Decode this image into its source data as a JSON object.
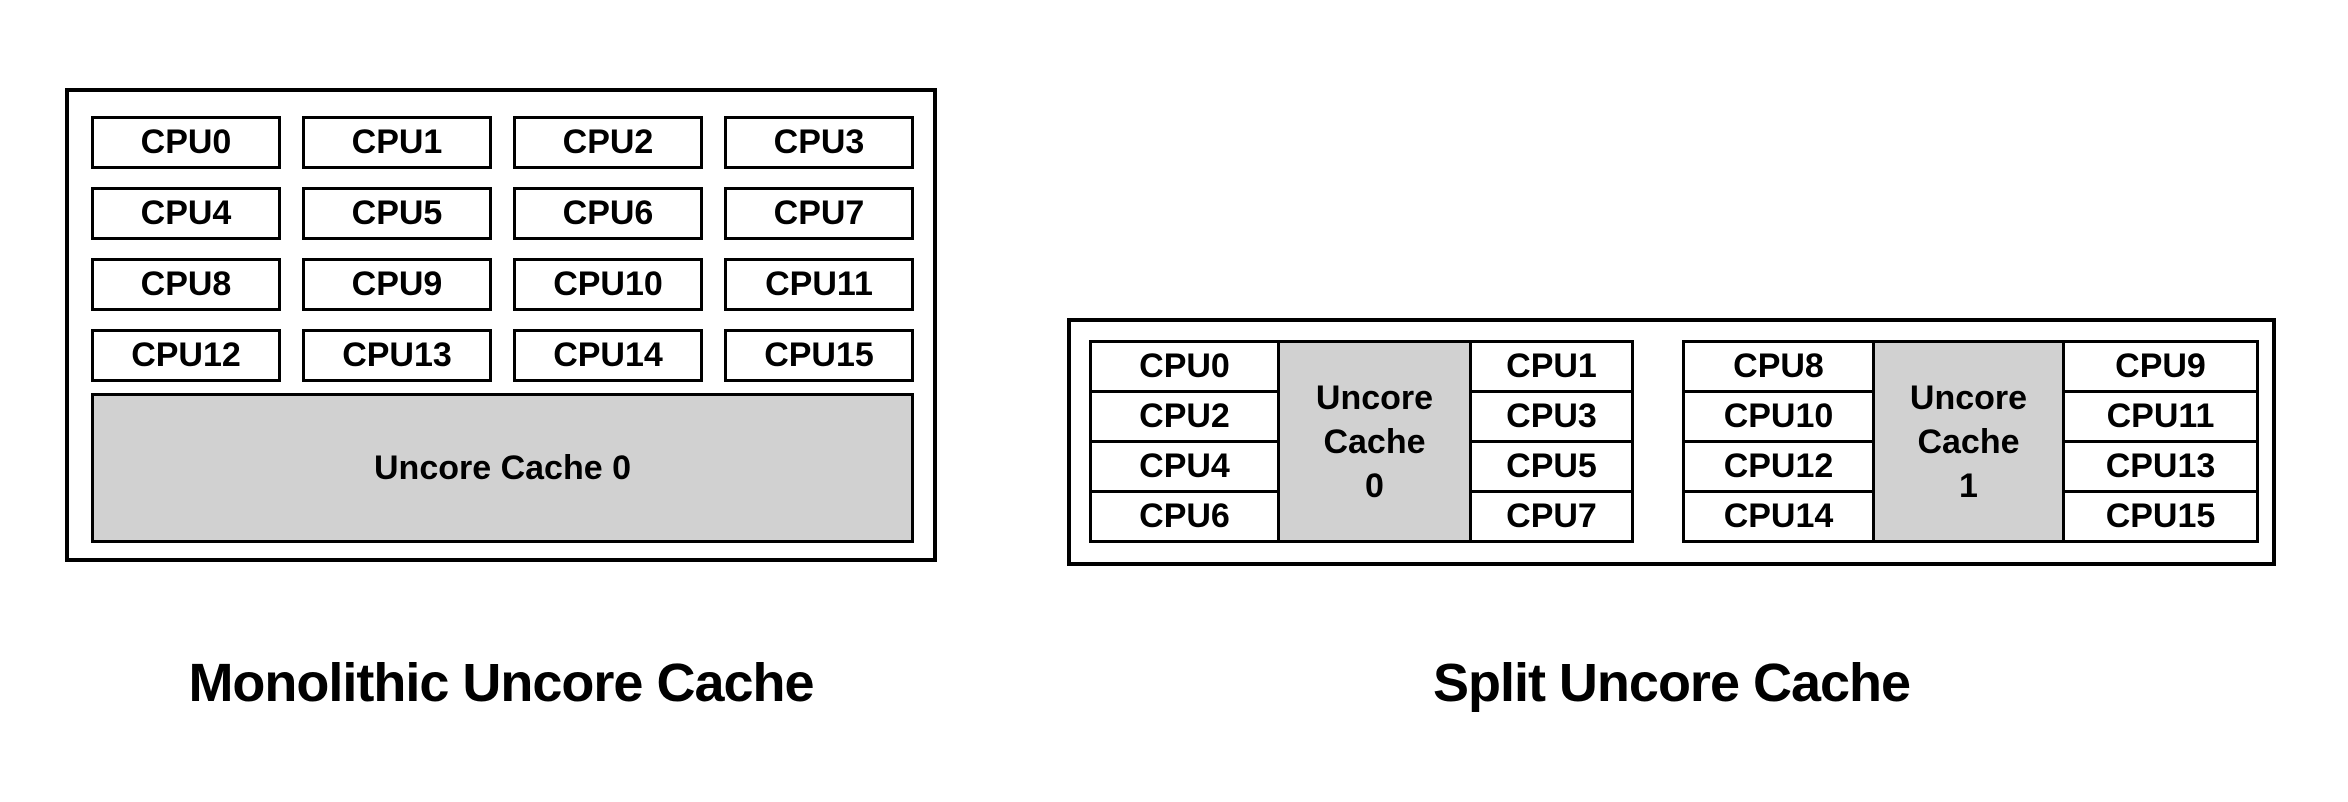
{
  "monolithic": {
    "caption": "Monolithic Uncore Cache",
    "cache_label": "Uncore Cache 0",
    "cpus": [
      "CPU0",
      "CPU1",
      "CPU2",
      "CPU3",
      "CPU4",
      "CPU5",
      "CPU6",
      "CPU7",
      "CPU8",
      "CPU9",
      "CPU10",
      "CPU11",
      "CPU12",
      "CPU13",
      "CPU14",
      "CPU15"
    ]
  },
  "split": {
    "caption": "Split Uncore Cache",
    "clusters": [
      {
        "cache_lines": [
          "Uncore",
          "Cache",
          "0"
        ],
        "left_cpus": [
          "CPU0",
          "CPU2",
          "CPU4",
          "CPU6"
        ],
        "right_cpus": [
          "CPU1",
          "CPU3",
          "CPU5",
          "CPU7"
        ]
      },
      {
        "cache_lines": [
          "Uncore",
          "Cache",
          "1"
        ],
        "left_cpus": [
          "CPU8",
          "CPU10",
          "CPU12",
          "CPU14"
        ],
        "right_cpus": [
          "CPU9",
          "CPU11",
          "CPU13",
          "CPU15"
        ]
      }
    ]
  },
  "colors": {
    "background": "#ffffff",
    "border": "#000000",
    "text": "#000000",
    "cache_fill": "#d1d1d1"
  }
}
